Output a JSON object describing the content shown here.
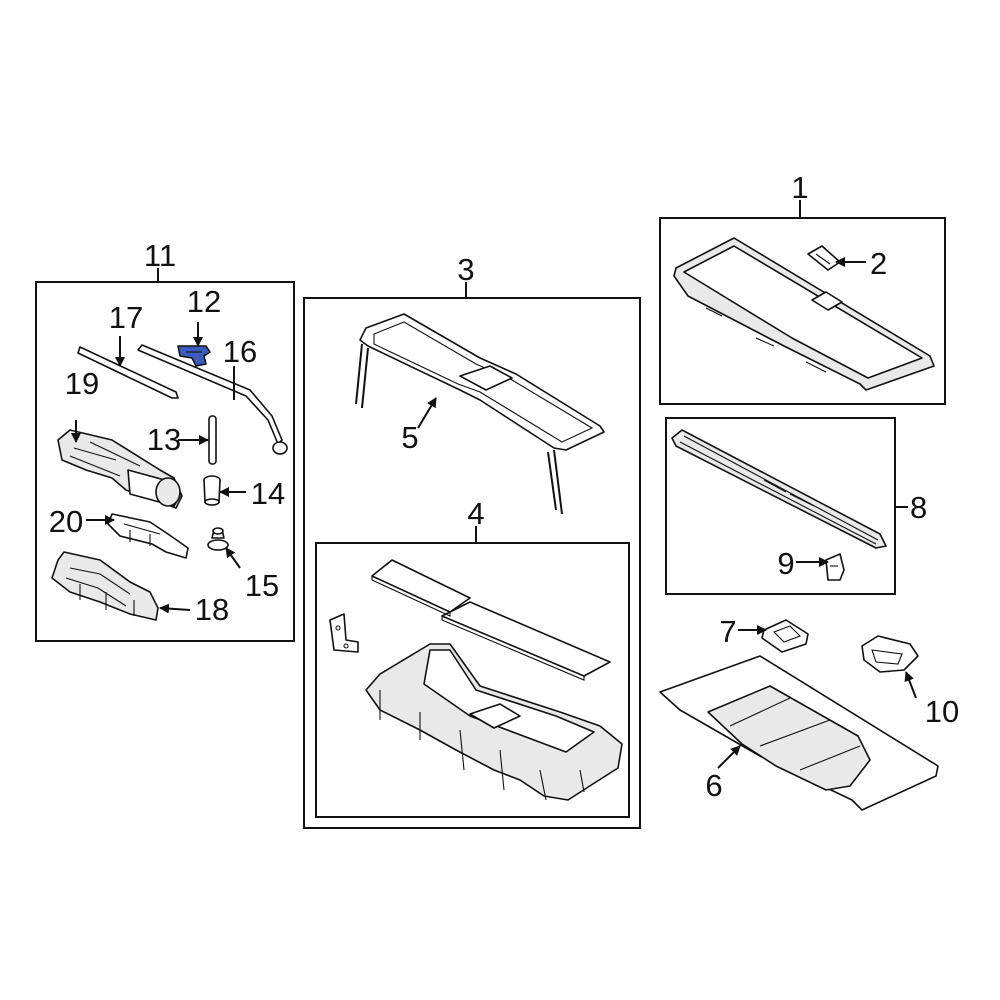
{
  "diagram": {
    "highlight_color": "#3b5bbf",
    "callouts": {
      "c1": "1",
      "c2": "2",
      "c3": "3",
      "c4": "4",
      "c5": "5",
      "c6": "6",
      "c7": "7",
      "c8": "8",
      "c9": "9",
      "c10": "10",
      "c11": "11",
      "c12": "12",
      "c13": "13",
      "c14": "14",
      "c15": "15",
      "c16": "16",
      "c17": "17",
      "c18": "18",
      "c19": "19",
      "c20": "20"
    }
  }
}
